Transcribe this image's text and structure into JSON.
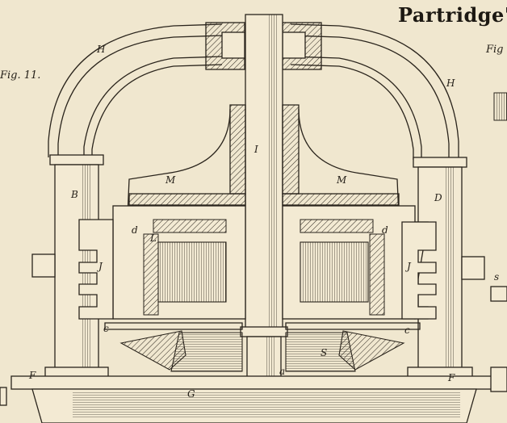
{
  "title": "Partridge's",
  "figures": {
    "left": "Fig. 11.",
    "right": "Fig"
  },
  "labels": {
    "H_left": "H",
    "H_right": "H",
    "B": "B",
    "D": "D",
    "I": "I",
    "M_left": "M",
    "M_right": "M",
    "J_left": "J",
    "J_right": "J",
    "L": "L",
    "d_left": "d",
    "d_right": "d",
    "c_left": "c",
    "c_right": "c",
    "S": "S",
    "a": "a",
    "G": "G",
    "F_left": "F",
    "F_right": "F",
    "s_edge": "s"
  },
  "colors": {
    "paper": "#f0e7cf",
    "ink": "#2a241c"
  }
}
